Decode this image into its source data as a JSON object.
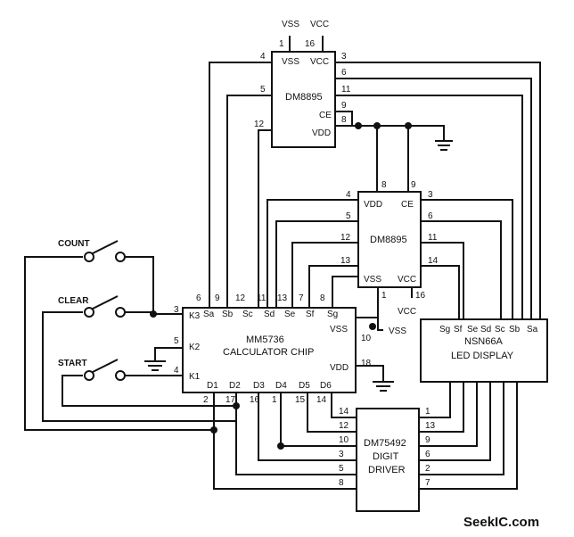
{
  "watermark": "SeekIC.com",
  "supply": {
    "vss": "VSS",
    "vcc": "VCC",
    "vss_top": "VSS",
    "vcc_top": "VCC",
    "vss_dm2": "VSS",
    "vcc_dm2": "VCC"
  },
  "switches": {
    "count": "COUNT",
    "clear": "CLEAR",
    "start": "START"
  },
  "dm8895_top": {
    "name": "DM8895",
    "pins": {
      "vss": "VSS",
      "vcc": "VCC",
      "ce": "CE",
      "vdd": "VDD",
      "p1": "1",
      "p16": "16",
      "p4": "4",
      "p5": "5",
      "p12": "12",
      "p3": "3",
      "p6": "6",
      "p11": "11",
      "p9": "9",
      "p8": "8"
    }
  },
  "dm8895_mid": {
    "name": "DM8895",
    "pins": {
      "vdd": "VDD",
      "ce": "CE",
      "vss": "VSS",
      "vcc": "VCC",
      "p8": "8",
      "p9": "9",
      "p4": "4",
      "p5": "5",
      "p12": "12",
      "p13": "13",
      "p3": "3",
      "p6": "6",
      "p11": "11",
      "p14": "14",
      "p1": "1",
      "p16": "16"
    }
  },
  "calculator": {
    "name_line1": "MM5736",
    "name_line2": "CALCULATOR CHIP",
    "segments": [
      "Sa",
      "Sb",
      "Sc",
      "Sd",
      "Se",
      "Sf",
      "Sg"
    ],
    "segment_pins": [
      "6",
      "9",
      "12",
      "11",
      "13",
      "7",
      "8"
    ],
    "k3": "K3",
    "k2": "K2",
    "k1": "K1",
    "pin_k3": "3",
    "pin_k2": "5",
    "pin_k1": "4",
    "vss": "VSS",
    "vdd": "VDD",
    "pin_vss": "10",
    "pin_vdd": "18",
    "digits": [
      "D1",
      "D2",
      "D3",
      "D4",
      "D5",
      "D6"
    ],
    "digit_pins": [
      "2",
      "17",
      "16",
      "1",
      "15",
      "14"
    ]
  },
  "led": {
    "name": "NSN66A",
    "subtitle": "LED DISPLAY",
    "segments": [
      "Sg",
      "Sf",
      "Se",
      "Sd",
      "Sc",
      "Sb",
      "Sa"
    ]
  },
  "driver": {
    "name": "DM75492",
    "line2": "DIGIT",
    "line3": "DRIVER",
    "left_pins": [
      "14",
      "12",
      "10",
      "3",
      "5",
      "8"
    ],
    "right_pins": [
      "1",
      "13",
      "9",
      "6",
      "2",
      "7"
    ]
  }
}
